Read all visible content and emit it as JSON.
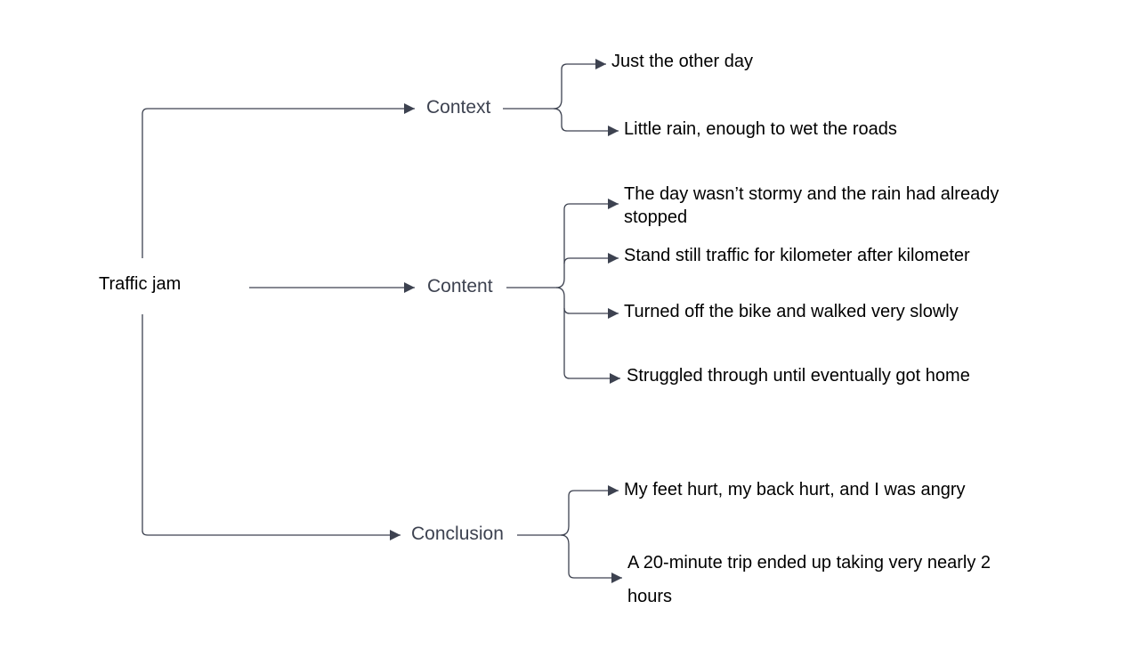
{
  "diagram": {
    "root": {
      "label": "Traffic jam"
    },
    "branches": [
      {
        "label": "Context",
        "children": [
          {
            "label": "Just the other day"
          },
          {
            "label": "Little rain, enough to wet the roads"
          }
        ]
      },
      {
        "label": "Content",
        "children": [
          {
            "label": "The day wasn’t stormy and the rain had already stopped"
          },
          {
            "label": "Stand still traffic for kilometer after kilometer"
          },
          {
            "label": "Turned off the bike and walked very slowly"
          },
          {
            "label": "Struggled through until eventually got home"
          }
        ]
      },
      {
        "label": "Conclusion",
        "children": [
          {
            "label": "My feet hurt, my back hurt, and I was angry"
          },
          {
            "label": "A 20-minute trip ended up taking very nearly 2 hours"
          }
        ]
      }
    ],
    "colors": {
      "connector": "#3d4250",
      "branch_text": "#3d4250",
      "leaf_text": "#000000"
    }
  }
}
